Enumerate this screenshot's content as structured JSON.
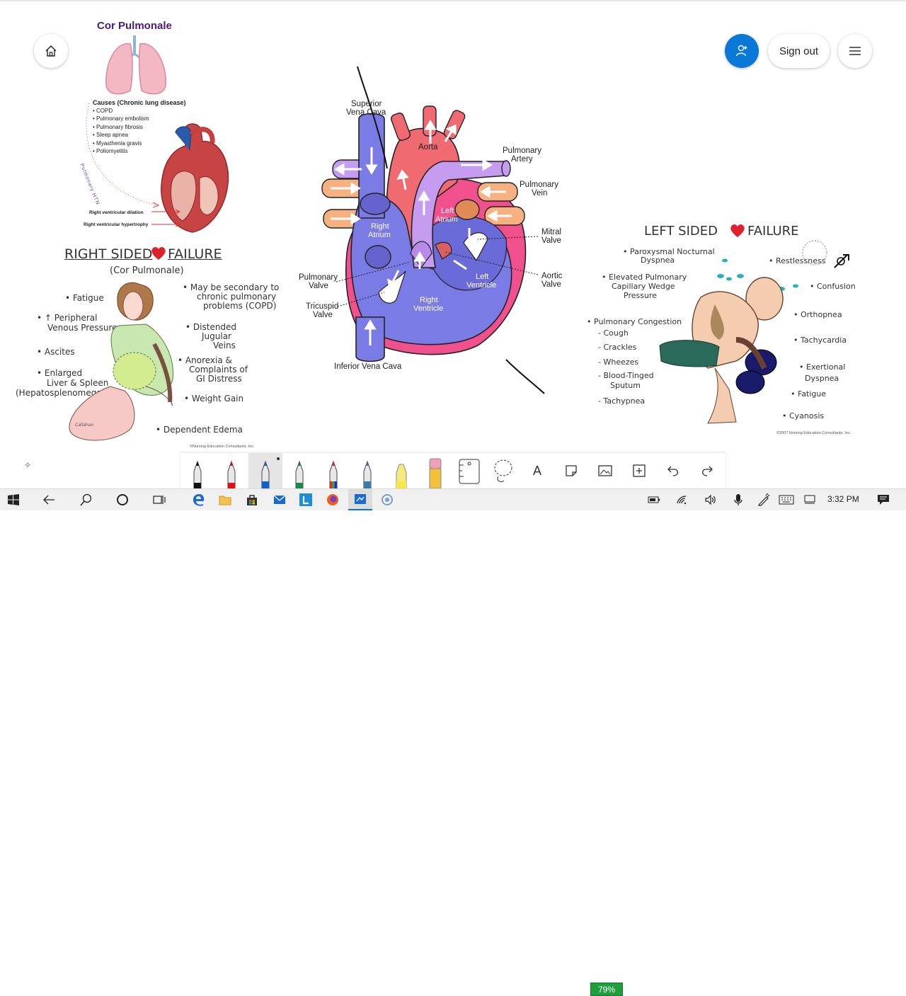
{
  "top_controls": {
    "sign_out_label": "Sign out"
  },
  "cor_pulmonale": {
    "title": "Cor Pulmonale",
    "causes_heading": "Causes (Chronic lung disease)",
    "causes": [
      "COPD",
      "Pulmonary embolism",
      "Pulmonary fibrosis",
      "Sleep apnea",
      "Myasthenia gravis",
      "Poliomyelitis"
    ],
    "curve_label": "Pulmonary HTN",
    "label_dilation": "Right ventricular dilation",
    "label_hypertrophy": "Right ventricular hypertrophy"
  },
  "right_failure": {
    "title_left": "RIGHT SIDED",
    "title_right": "FAILURE",
    "subtitle": "(Cor Pulmonale)",
    "items": {
      "fatigue": "Fatigue",
      "peripheral_1": "↑ Peripheral",
      "peripheral_2": "Venous Pressure",
      "ascites": "Ascites",
      "enlarged_1": "Enlarged",
      "enlarged_2": "Liver & Spleen",
      "enlarged_3": "(Hepatosplenomegaly)",
      "secondary_1": "May be secondary to",
      "secondary_2": "chronic pulmonary",
      "secondary_3": "problems (COPD)",
      "distended_1": "Distended",
      "distended_2": "Jugular",
      "distended_3": "Veins",
      "anorexia_1": "Anorexia &",
      "anorexia_2": "Complaints of",
      "anorexia_3": "GI Distress",
      "weight_gain": "Weight Gain",
      "edema": "Dependent Edema"
    },
    "copyright": "©Nursing Education Consultants, Inc."
  },
  "heart": {
    "superior_vena_cava_1": "Superior",
    "superior_vena_cava_2": "Vena Cava",
    "aorta": "Aorta",
    "pulmonary_artery_1": "Pulmonary",
    "pulmonary_artery_2": "Artery",
    "pulmonary_vein_1": "Pulmonary",
    "pulmonary_vein_2": "Vein",
    "left_atrium_1": "Left",
    "left_atrium_2": "Atrium",
    "right_atrium_1": "Right",
    "right_atrium_2": "Atrium",
    "mitral_valve_1": "Mitral",
    "mitral_valve_2": "Valve",
    "aortic_valve_1": "Aortic",
    "aortic_valve_2": "Valve",
    "left_ventricle_1": "Left",
    "left_ventricle_2": "Ventricle",
    "right_ventricle_1": "Right",
    "right_ventricle_2": "Ventricle",
    "pulmonary_valve_1": "Pulmonary",
    "pulmonary_valve_2": "Valve",
    "tricuspid_valve_1": "Tricuspid",
    "tricuspid_valve_2": "Valve",
    "inferior_vena_cava": "Inferior Vena Cava"
  },
  "left_failure": {
    "title_left": "LEFT SIDED",
    "title_right": "FAILURE",
    "items": {
      "pnd_1": "Paroxysmal Nocturnal",
      "pnd_2": "Dyspnea",
      "pcwp_1": "Elevated Pulmonary",
      "pcwp_2": "Capillary Wedge",
      "pcwp_3": "Pressure",
      "congestion": "Pulmonary Congestion",
      "cough": "- Cough",
      "crackles": "- Crackles",
      "wheezes": "- Wheezes",
      "sputum_1": "- Blood-Tinged",
      "sputum_2": "Sputum",
      "tachypnea": "- Tachypnea",
      "restlessness": "Restlessness",
      "confusion": "Confusion",
      "orthopnea": "Orthopnea",
      "tachycardia": "Tachycardia",
      "exertional_1": "Exertional",
      "exertional_2": "Dyspnea",
      "fatigue": "Fatigue",
      "cyanosis": "Cyanosis"
    },
    "copyright": "©2007 Nursing Education Consultants, Inc."
  },
  "taskbar": {
    "battery_percent": "79%",
    "clock": "3:32 PM"
  },
  "colors": {
    "accent_blue": "#0078d7",
    "heart_red": "#e0202d",
    "left_heart_pink": "#f0508c",
    "right_heart_blue": "#7b7be6",
    "battery_green": "#1f9e3c"
  }
}
